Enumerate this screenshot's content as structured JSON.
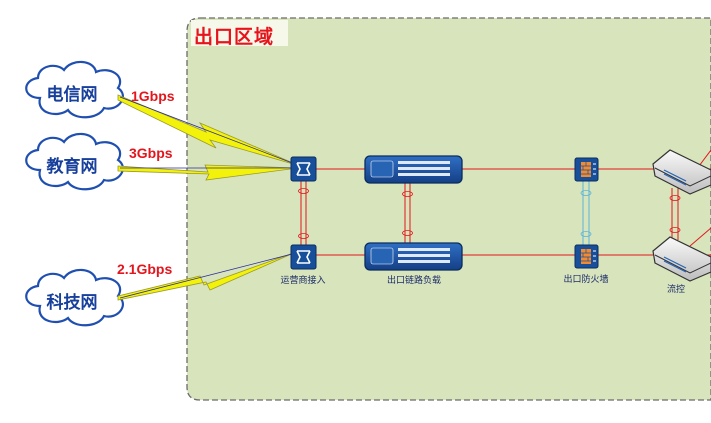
{
  "zone": {
    "title": "出口区域",
    "fill": "#d8e4bc",
    "border": "#6b6b6b"
  },
  "clouds": [
    {
      "id": "telecom",
      "label": "电信网"
    },
    {
      "id": "edu",
      "label": "教育网"
    },
    {
      "id": "tech",
      "label": "科技网"
    }
  ],
  "links": [
    {
      "cloud": "telecom",
      "bandwidth": "1Gbps"
    },
    {
      "cloud": "edu",
      "bandwidth": "3Gbps"
    },
    {
      "cloud": "tech",
      "bandwidth": "2.1Gbps"
    }
  ],
  "devices": {
    "isp_access": "运营商接入",
    "link_lb": "出口链路负载",
    "firewall": "出口防火墙",
    "flow_control": "流控"
  },
  "colors": {
    "cloud_stroke": "#1f4fb0",
    "cloud_text": "#173f9c",
    "link_red": "#e3161d",
    "lightning": "#f3f20a",
    "device_blue": "#174f9a",
    "accent_orange": "#f28a30",
    "cyan_link": "#5bb4d8"
  },
  "icons": [
    "router-icon",
    "load-balancer-icon",
    "firewall-icon",
    "flow-control-icon",
    "lightning-icon"
  ]
}
